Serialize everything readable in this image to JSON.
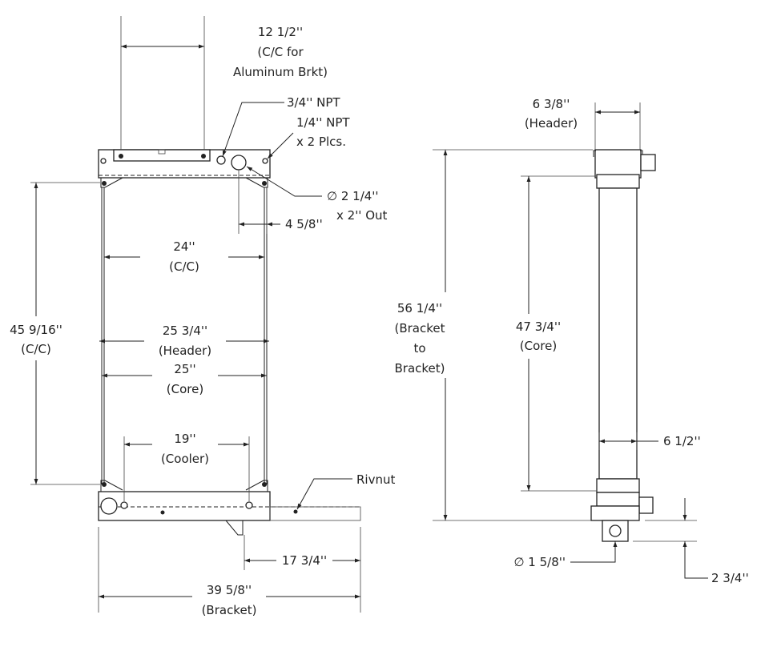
{
  "front_view": {
    "dim_bracket_cc": [
      "12 1/2''",
      "(C/C for",
      "Aluminum Brkt)"
    ],
    "npt_3_4": "3/4'' NPT",
    "npt_1_4": [
      "1/4'' NPT",
      "x 2 Plcs."
    ],
    "outlet": [
      "∅ 2 1/4''",
      "x 2'' Out"
    ],
    "dim_4_5_8": "4 5/8''",
    "dim_24": [
      "24''",
      "(C/C)"
    ],
    "dim_45": [
      "45 9/16''",
      "(C/C)"
    ],
    "dim_header": [
      "25 3/4''",
      "(Header)"
    ],
    "dim_core": [
      "25''",
      "(Core)"
    ],
    "dim_cooler": [
      "19''",
      "(Cooler)"
    ],
    "rivnut": "Rivnut",
    "dim_17": "17 3/4''",
    "dim_bracket": [
      "39 5/8''",
      "(Bracket)"
    ]
  },
  "side_view": {
    "dim_header": [
      "6 3/8''",
      "(Header)"
    ],
    "dim_bracket": [
      "56 1/4''",
      "(Bracket",
      "to",
      "Bracket)"
    ],
    "dim_core": [
      "47 3/4''",
      "(Core)"
    ],
    "dim_6_1_2": "6 1/2''",
    "inlet": "∅ 1 5/8''",
    "dim_2_3_4": "2 3/4''"
  }
}
